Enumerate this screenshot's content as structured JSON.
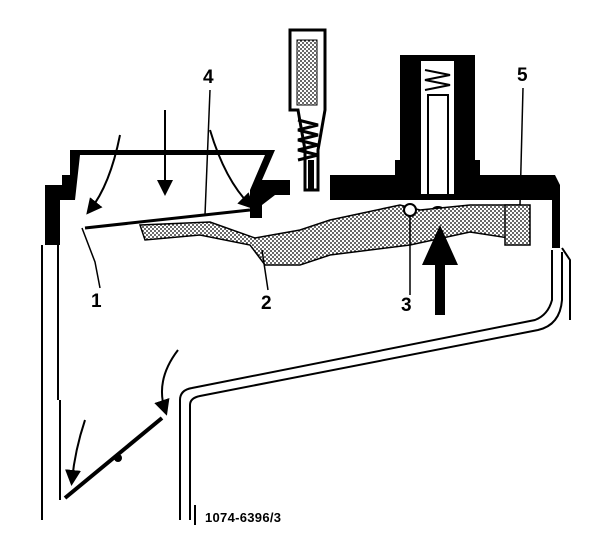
{
  "labels": {
    "l1": "1",
    "l2": "2",
    "l3": "3",
    "l4": "4",
    "l5": "5"
  },
  "figure_code": "1074-6396/3"
}
